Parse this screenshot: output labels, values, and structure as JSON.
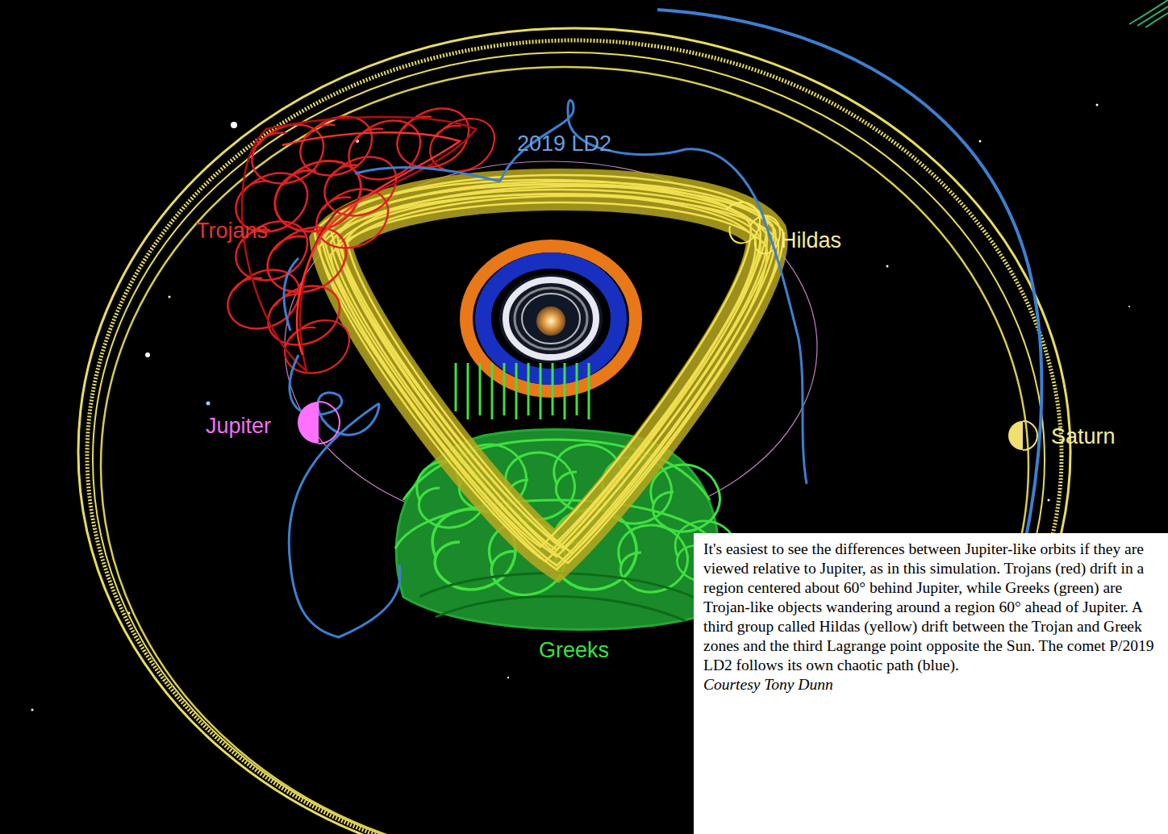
{
  "diagram": {
    "caption": "It's easiest to see the differences between Jupiter-like orbits if they are viewed relative to Jupiter, as in this simulation. Trojans (red) drift in a region centered about 60° behind Jupiter, while Greeks (green) are Trojan-like objects wandering around a region 60° ahead of Jupiter. A third group called Hildas (yellow) drift between the Trojan and Greek zones and the third Lagrange point opposite the Sun. The comet P/2019 LD2 follows its own chaotic path (blue).",
    "labels": [
      "2019 LD2",
      "Trojans",
      "Hildas",
      "Jupiter",
      "Saturn",
      "Greeks",
      "Courtesy Tony Dunn"
    ]
  }
}
